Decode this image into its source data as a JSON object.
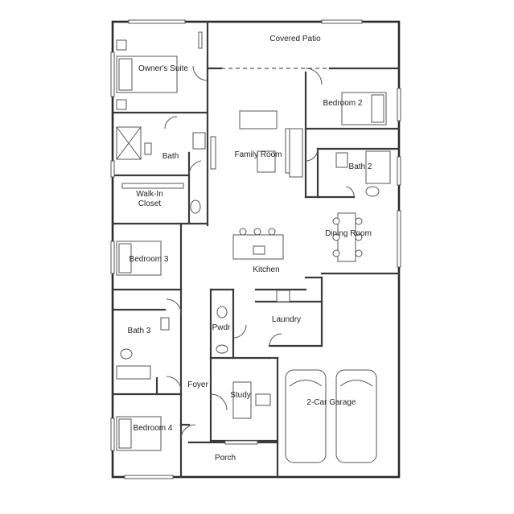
{
  "rooms": {
    "covered_patio": "Covered Patio",
    "owners_suite": "Owner's Suite",
    "bedroom_2": "Bedroom 2",
    "bath": "Bath",
    "family_room": "Family Room",
    "bath_2": "Bath 2",
    "walk_in_closet_line1": "Walk-In",
    "walk_in_closet_line2": "Closet",
    "dining_room": "Dining Room",
    "bedroom_3": "Bedroom 3",
    "kitchen": "Kitchen",
    "bath_3": "Bath 3",
    "laundry": "Laundry",
    "pwdr": "Pwdr",
    "foyer": "Foyer",
    "study": "Study",
    "garage": "2-Car Garage",
    "bedroom_4": "Bedroom 4",
    "porch": "Porch"
  }
}
